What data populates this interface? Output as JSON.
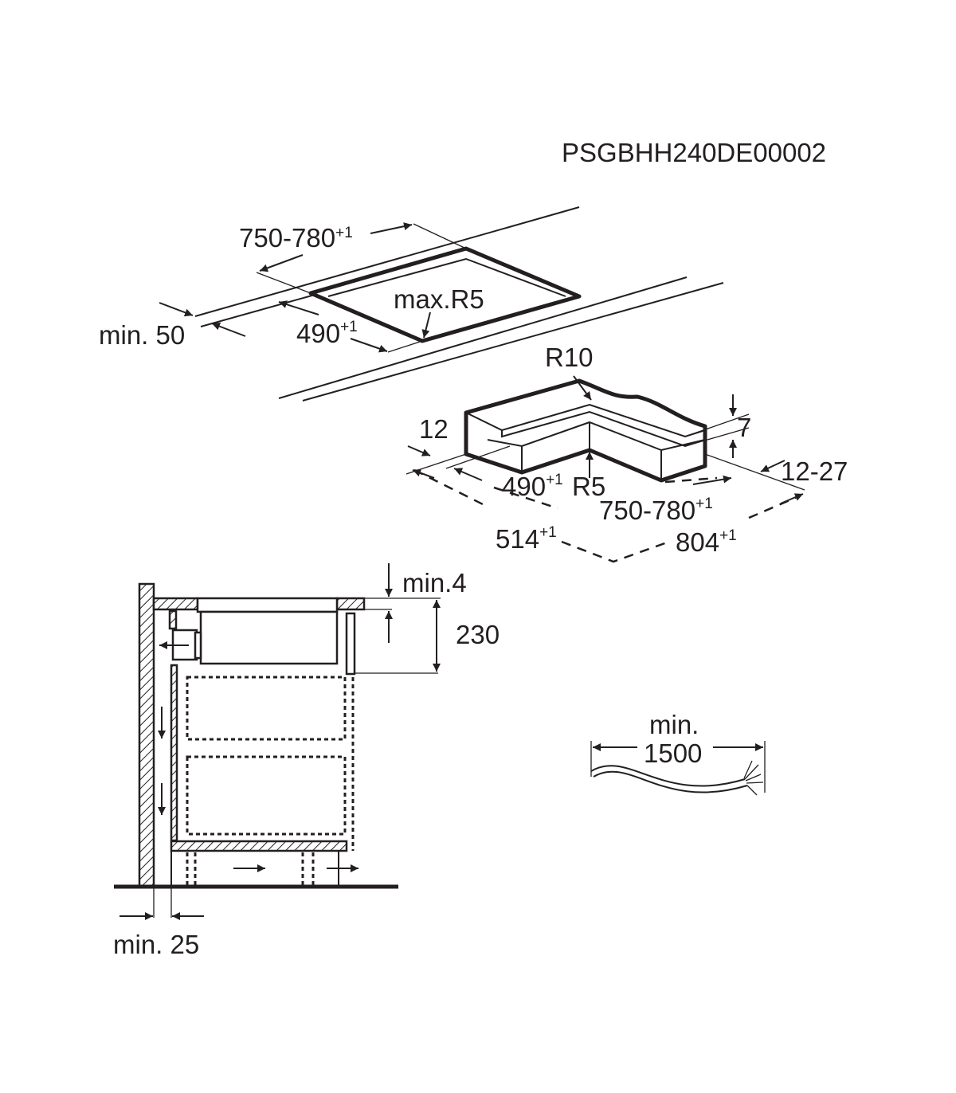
{
  "drawing_code": "PSGBHH240DE00002",
  "cutout_top_view": {
    "width": "750-780",
    "width_tol": "+1",
    "depth": "490",
    "depth_tol": "+1",
    "min_edge": "min. 50",
    "corner_radius": "max.R5"
  },
  "cutout_step_view": {
    "outer_radius": "R10",
    "step_width": "12",
    "step_height": "7",
    "worktop_thickness": "12-27",
    "inner_depth": "490",
    "inner_depth_tol": "+1",
    "inner_radius": "R5",
    "inner_width": "750-780",
    "inner_width_tol": "+1",
    "outer_depth": "514",
    "outer_depth_tol": "+1",
    "outer_width": "804",
    "outer_width_tol": "+1"
  },
  "section_view": {
    "min_gap_top": "min.4",
    "height": "230",
    "min_wall_gap": "min. 25"
  },
  "cable": {
    "label_line1": "min.",
    "label_line2": "1500"
  }
}
